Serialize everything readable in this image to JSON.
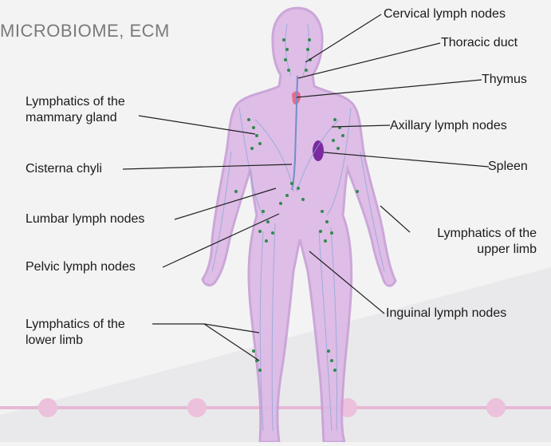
{
  "header": {
    "title": "MICROBIOME, ECM"
  },
  "diagram": {
    "labels": {
      "cervical": "Cervical lymph nodes",
      "thoracic": "Thoracic duct",
      "thymus": "Thymus",
      "axillary": "Axillary lymph nodes",
      "spleen": "Spleen",
      "upper_limb_1": "Lymphatics of the",
      "upper_limb_2": "upper limb",
      "inguinal": "Inguinal lymph nodes",
      "mammary_1": "Lymphatics of the",
      "mammary_2": "mammary gland",
      "cisterna": "Cisterna chyli",
      "lumbar": "Lumbar lymph nodes",
      "pelvic": "Pelvic lymph nodes",
      "lower_limb_1": "Lymphatics of the",
      "lower_limb_2": "lower limb"
    }
  },
  "timeline": {
    "dot_count": 4
  },
  "colors": {
    "body_fill": "#dcb8e6",
    "body_stroke": "#c79fd6",
    "lymph_node": "#2f8a4a",
    "vessel": "#6f8fc8",
    "spleen": "#7b2aa0",
    "thymus": "#e76c8a",
    "timeline": "#e7b8d6"
  }
}
